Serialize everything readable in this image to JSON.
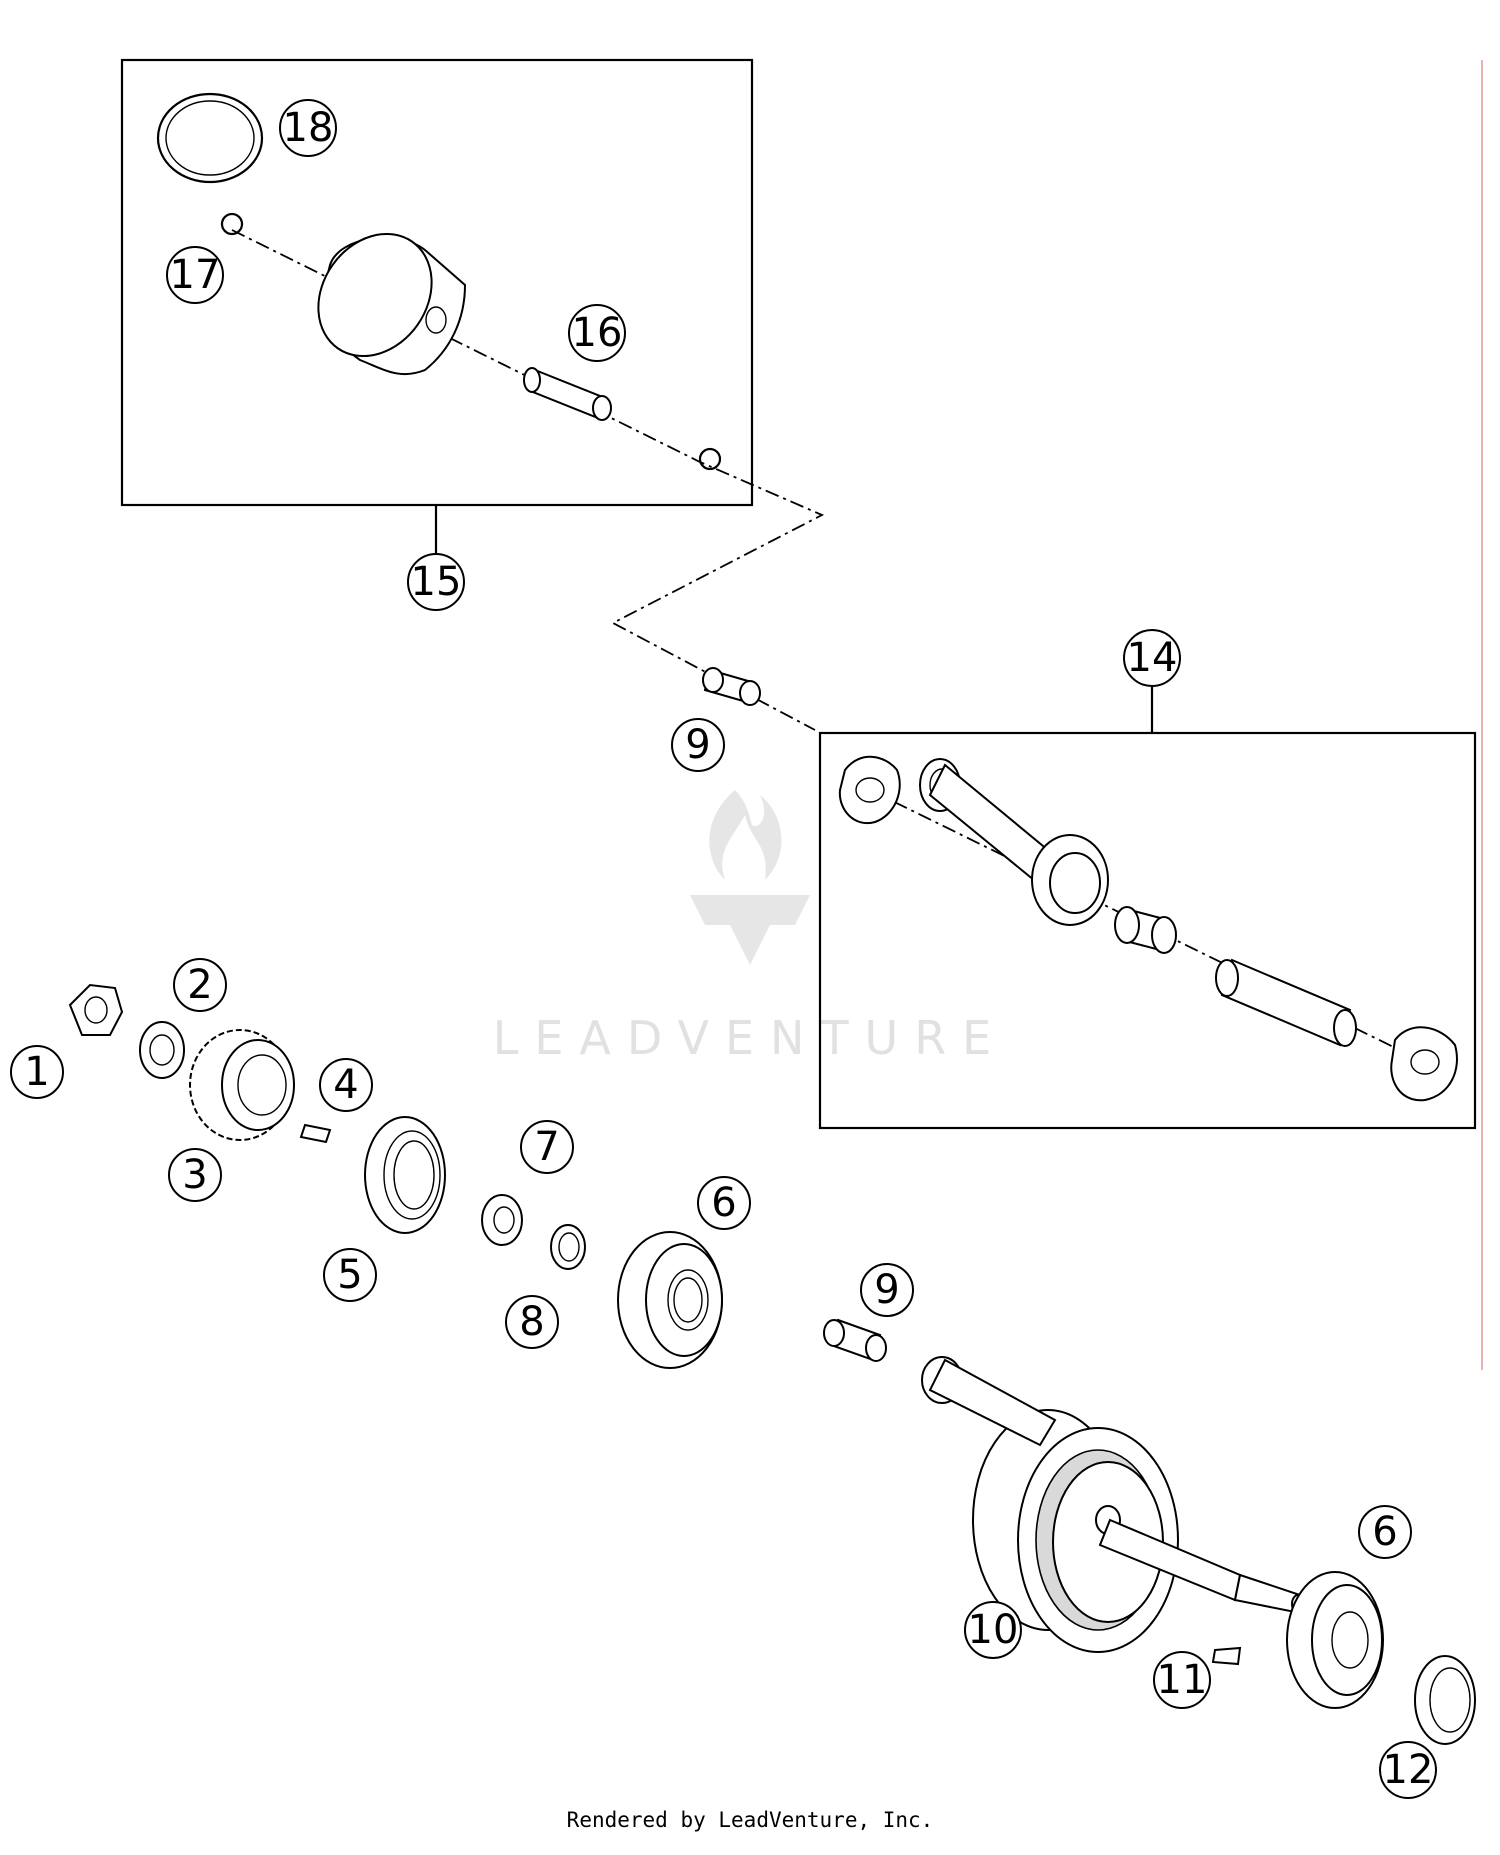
{
  "watermark": {
    "text": "LEADVENTURE",
    "color": "#e1e1e1"
  },
  "footer": {
    "credit": "Rendered by LeadVenture, Inc."
  },
  "callouts": {
    "c1": "1",
    "c2": "2",
    "c3": "3",
    "c4": "4",
    "c5": "5",
    "c6a": "6",
    "c6b": "6",
    "c7": "7",
    "c8": "8",
    "c9a": "9",
    "c9b": "9",
    "c10": "10",
    "c11": "11",
    "c12": "12",
    "c14": "14",
    "c15": "15",
    "c16": "16",
    "c17": "17",
    "c18": "18"
  },
  "icons": {
    "watermark_logo": "flame-v-logo-icon",
    "callout_marker": "circle"
  }
}
